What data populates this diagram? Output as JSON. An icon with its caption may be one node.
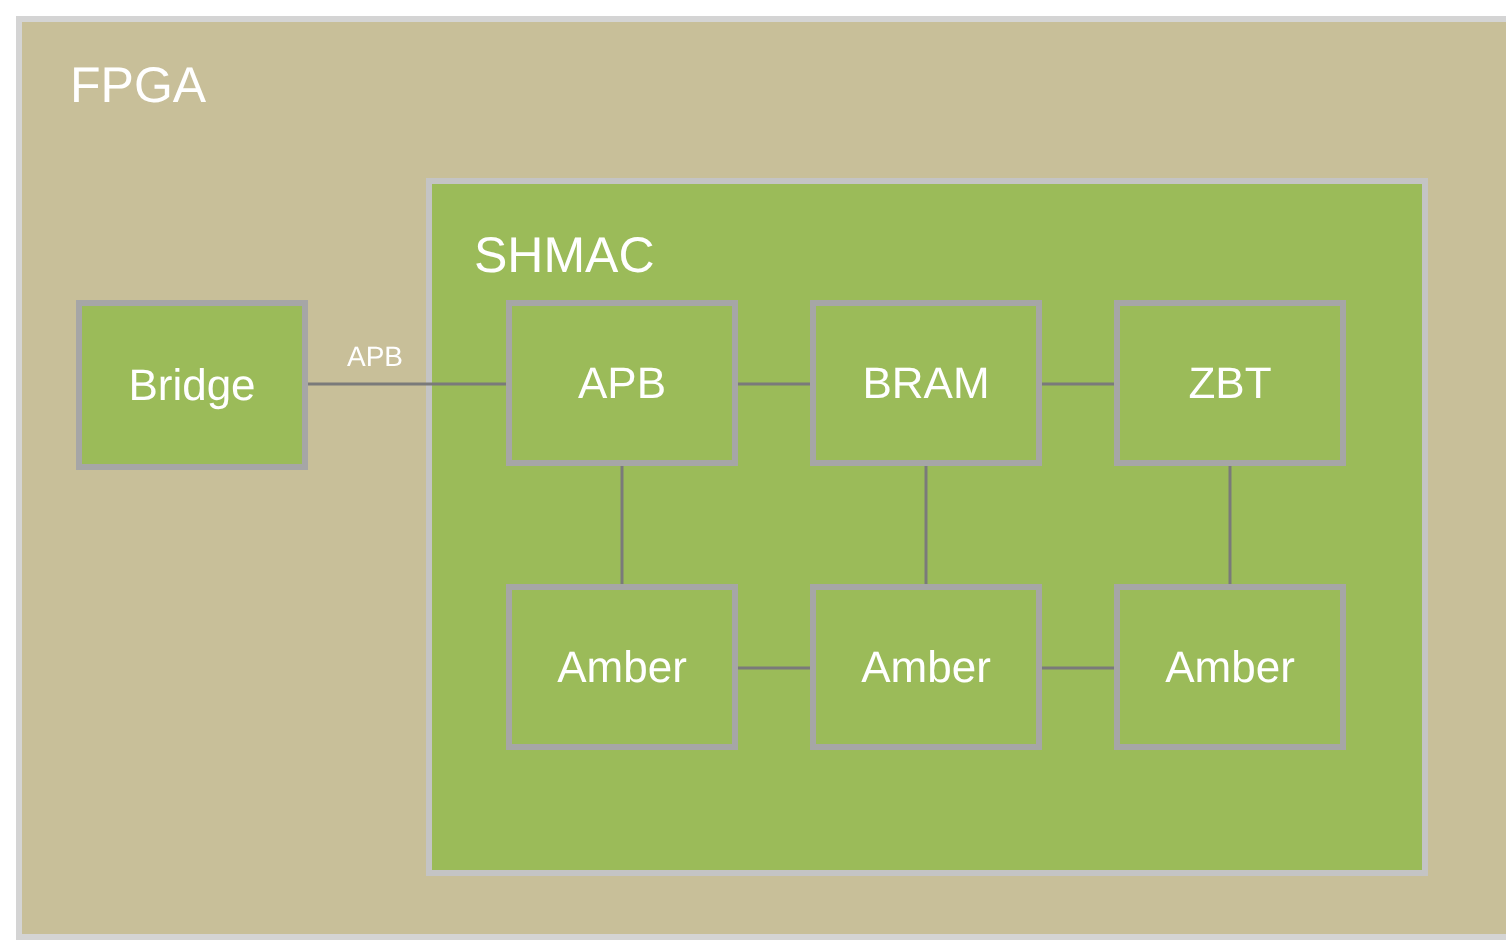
{
  "diagram": {
    "nodes": [
      {
        "text": [
          "FPGA"
        ]
      },
      {
        "text": [
          "Bridge"
        ],
        "in": 0
      },
      {
        "text": [
          "SHMAC"
        ],
        "in": 0
      },
      {
        "text": [
          "APB"
        ],
        "in": 2
      },
      {
        "text": [
          "BRAM"
        ],
        "in": 2
      },
      {
        "text": [
          "ZBT"
        ],
        "in": 2
      },
      {
        "text": [
          "Amber"
        ],
        "in": 2
      },
      {
        "text": [
          "Amber"
        ],
        "in": 2
      },
      {
        "text": [
          "Amber"
        ],
        "in": 2
      }
    ],
    "edges": [
      {
        "from": 1,
        "to": 3,
        "arrow": "none",
        "label": "APB"
      },
      {
        "from": 3,
        "to": 4,
        "arrow": "none"
      },
      {
        "from": 4,
        "to": 5,
        "arrow": "none"
      },
      {
        "from": 3,
        "to": 6,
        "arrow": "none"
      },
      {
        "from": 4,
        "to": 7,
        "arrow": "none"
      },
      {
        "from": 5,
        "to": 8,
        "arrow": "none"
      },
      {
        "from": 6,
        "to": 7,
        "arrow": "none"
      },
      {
        "from": 7,
        "to": 8,
        "arrow": "none"
      }
    ]
  }
}
